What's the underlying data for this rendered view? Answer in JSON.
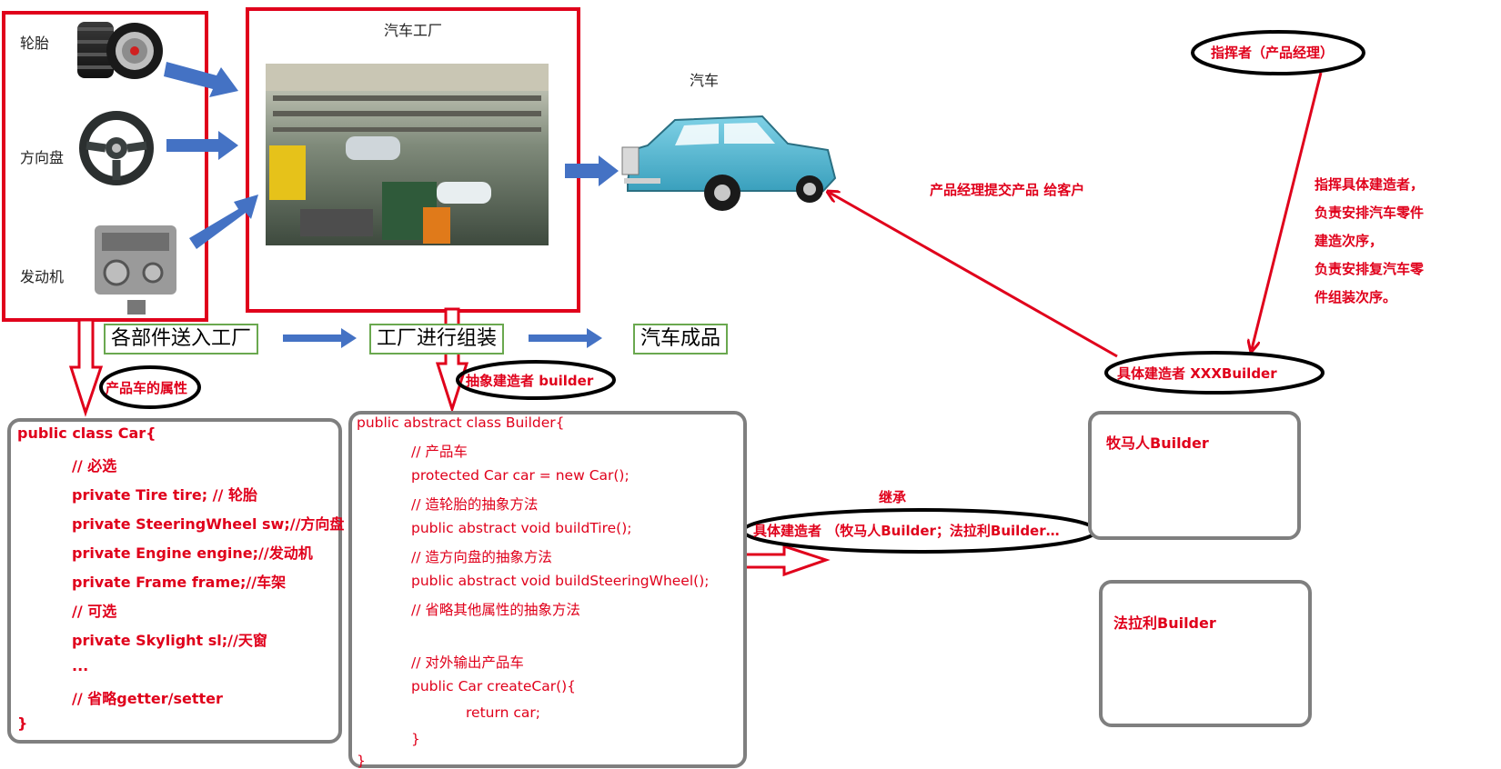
{
  "parts": {
    "tire_label": "轮胎",
    "steering_label": "方向盘",
    "engine_label": "发动机"
  },
  "factory": {
    "title": "汽车工厂"
  },
  "car": {
    "title": "汽车"
  },
  "steps": {
    "step1": "各部件送入工厂",
    "step2": "工厂进行组装",
    "step3": "汽车成品"
  },
  "annotations": {
    "product_attrs": "产品车的属性",
    "abstract_builder": "抽象建造者 builder",
    "director": "指挥者（产品经理）",
    "concrete_builder": "具体建造者 XXXBuilder",
    "submit_to_customer": "产品经理提交产品 给客户",
    "inherit": "继承",
    "concrete_builders_list": "具体建造者 （牧马人Builder；法拉利Builder…",
    "director_duties": [
      "指挥具体建造者，",
      "负责安排汽车零件",
      "建造次序，",
      "负责安排复汽车零",
      "件组装次序。"
    ]
  },
  "car_class_code": [
    "public class Car{",
    "// 必选",
    "private Tire tire; // 轮胎",
    "private SteeringWheel sw;//方向盘",
    "private Engine engine;//发动机",
    "private Frame frame;//车架",
    "// 可选",
    "private Skylight sl;//天窗",
    "...",
    "// 省略getter/setter",
    "}"
  ],
  "builder_class_code": [
    "public abstract class Builder{",
    "// 产品车",
    "protected Car car = new Car();",
    "// 造轮胎的抽象方法",
    "public abstract void buildTire();",
    "// 造方向盘的抽象方法",
    "public abstract void buildSteeringWheel();",
    "// 省略其他属性的抽象方法",
    "",
    "// 对外输出产品车",
    "public Car createCar(){",
    "return car;",
    "}",
    "}"
  ],
  "subclasses": {
    "jeep": "牧马人Builder",
    "ferrari": "法拉利Builder"
  },
  "colors": {
    "red": "#e0001b",
    "blue_arrow": "#4472c4",
    "green_border": "#6aa84f",
    "gray_border": "#7f7f7f"
  }
}
